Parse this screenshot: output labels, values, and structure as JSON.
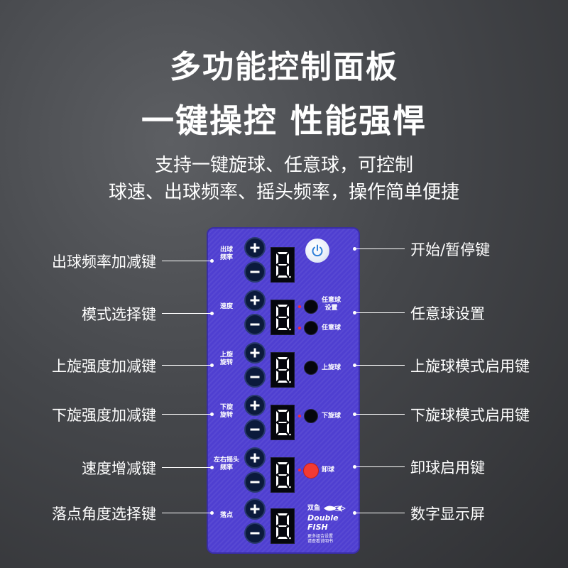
{
  "header": {
    "title_line1": "多功能控制面板",
    "title_line2": "一键操控 性能强悍",
    "desc_line1": "支持一键旋球、任意球，可控制",
    "desc_line2": "球速、出球频率、摇头频率，操作简单便捷"
  },
  "panel": {
    "rows": [
      {
        "label": "出球\n频率",
        "digit": "8."
      },
      {
        "label": "速度",
        "digit": "8."
      },
      {
        "label": "上旋\n旋转",
        "digit": "8."
      },
      {
        "label": "下旋\n旋转",
        "digit": "8."
      },
      {
        "label": "左右摇头\n频率",
        "digit": "8."
      },
      {
        "label": "落点",
        "digit": "8."
      }
    ],
    "right_buttons": {
      "free_setup": "任意球\n设置",
      "free_ball": "任意球",
      "topspin": "上旋球",
      "backspin": "下旋球",
      "unload": "卸球"
    },
    "brand": {
      "cn": "双鱼",
      "en": "Double FISH",
      "note": "更多组合设置\n请查看说明书"
    },
    "colors": {
      "panel": "#4f3fd1",
      "unload_button": "#f23a33",
      "power_icon": "#2f7fd8"
    }
  },
  "callouts": {
    "left": [
      "出球频率加减键",
      "模式选择键",
      "上旋强度加减键",
      "下旋强度加减键",
      "速度增减键",
      "落点角度选择键"
    ],
    "right": [
      "开始/暂停键",
      "任意球设置",
      "上旋球模式启用键",
      "下旋球模式启用键",
      "卸球启用键",
      "数字显示屏"
    ]
  },
  "icons": {
    "plus": "plus-icon",
    "minus": "minus-icon",
    "power": "power-icon",
    "fish_logo": "fish-logo-icon"
  }
}
